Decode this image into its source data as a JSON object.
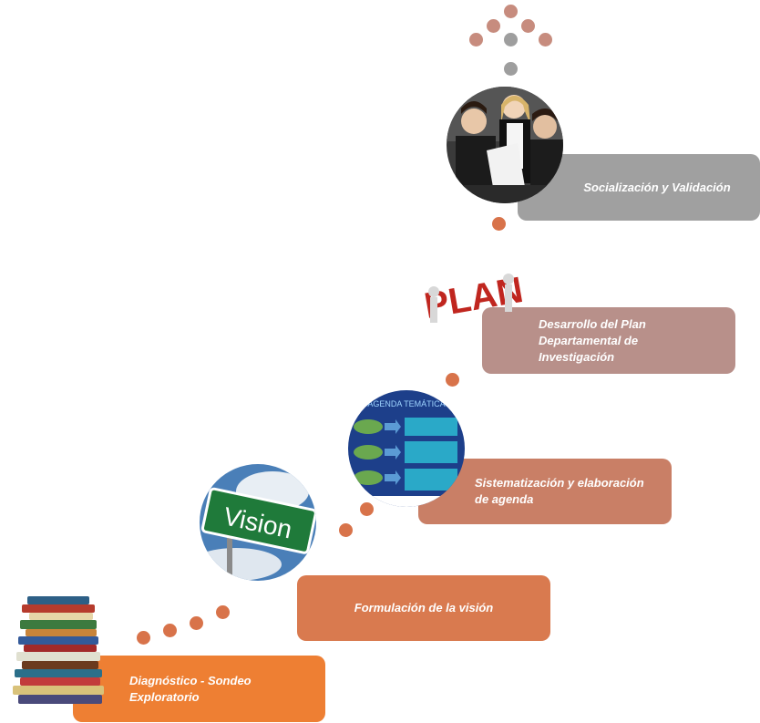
{
  "steps": [
    {
      "label": "Diagnóstico - Sondeo Exploratorio",
      "color": "#ee7f33"
    },
    {
      "label": "Formulación de la visión",
      "color": "#d97a4f"
    },
    {
      "label": "Sistematización y elaboración de agenda",
      "color": "#c97f66"
    },
    {
      "label": "Desarrollo del Plan Departamental de Investigación",
      "color": "#b8908a"
    },
    {
      "label": "Socialización y Validación",
      "color": "#a0a0a0"
    }
  ],
  "images": {
    "vision_sign": "Vision",
    "plan_word": "PLAN",
    "agenda_title": "AGENDA TEMÁTICA"
  },
  "colors": {
    "dot_orange": "#d8734a",
    "dot_rose": "#c78c7e",
    "dot_gray": "#9e9e9e"
  }
}
